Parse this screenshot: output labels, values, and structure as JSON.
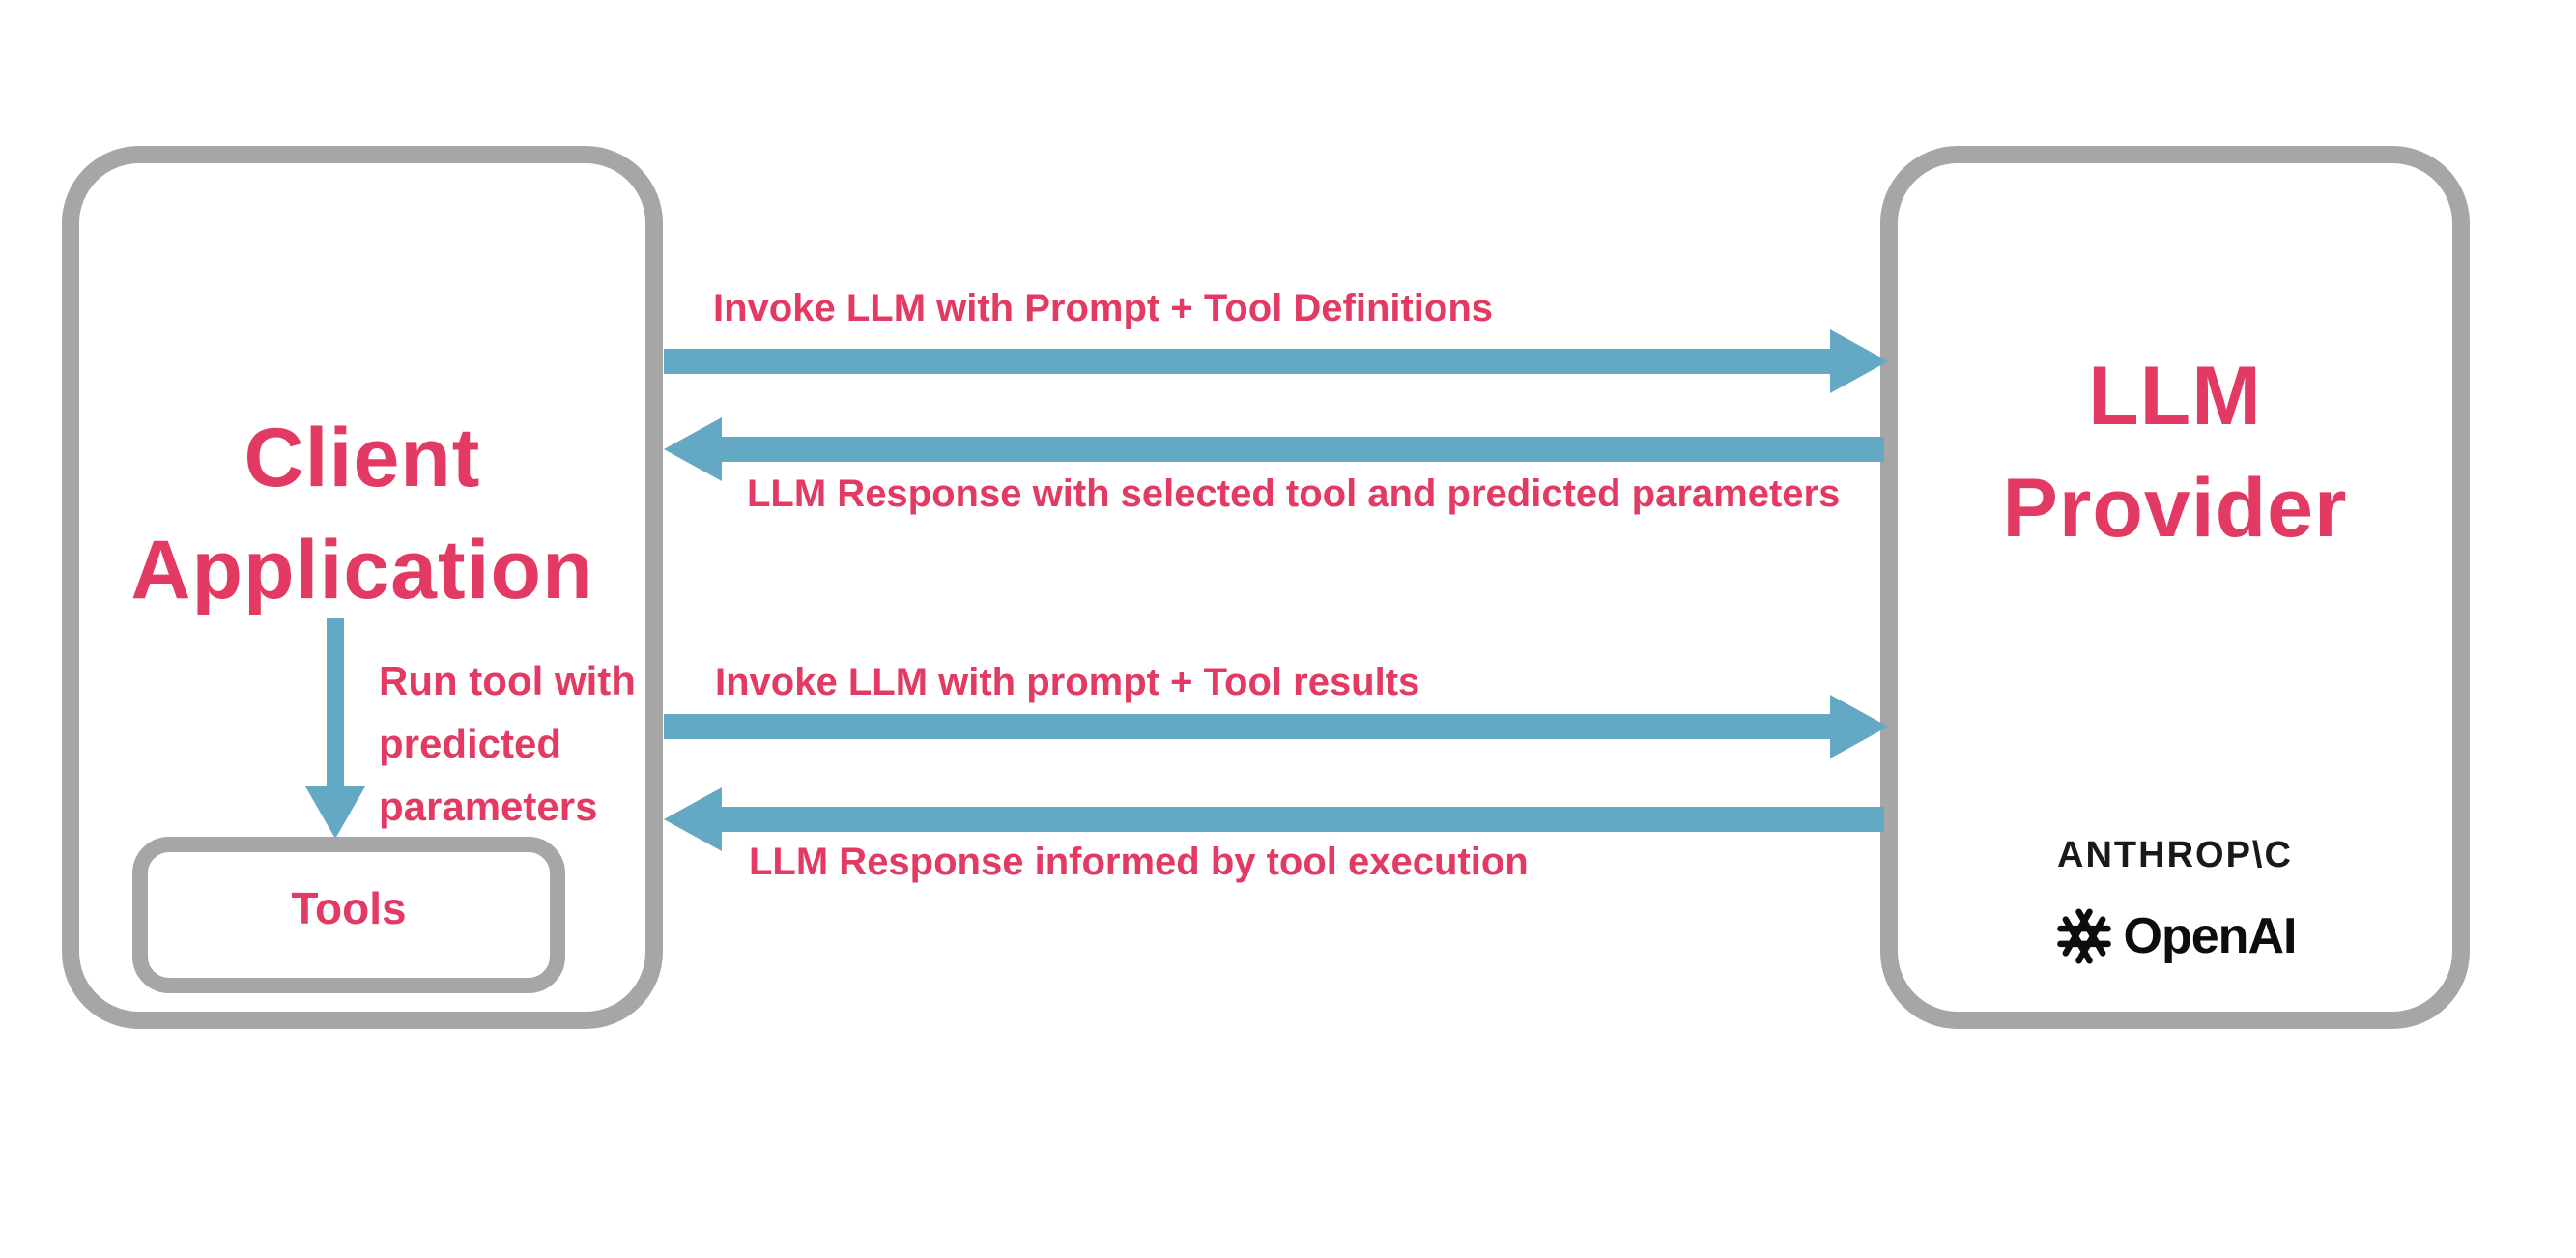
{
  "palette": {
    "pink": "#e23a62",
    "blue": "#64a9c4",
    "gray": "#a6a6a6",
    "logo_dark": "#191919"
  },
  "client": {
    "title_line1": "Client",
    "title_line2": "Application",
    "run_tool_label_lines": [
      "Run tool with",
      "predicted",
      "parameters"
    ],
    "tools_label": "Tools"
  },
  "llm": {
    "title_line1": "LLM",
    "title_line2": "Provider",
    "anthropic_wordmark": "ANTHROP\\C",
    "openai_wordmark": "OpenAI"
  },
  "flows": [
    {
      "direction": "right",
      "label": "Invoke LLM with Prompt + Tool Definitions"
    },
    {
      "direction": "left",
      "label": "LLM Response with selected tool and predicted parameters"
    },
    {
      "direction": "right",
      "label": "Invoke LLM with prompt + Tool results"
    },
    {
      "direction": "left",
      "label": "LLM Response informed by tool execution"
    }
  ]
}
